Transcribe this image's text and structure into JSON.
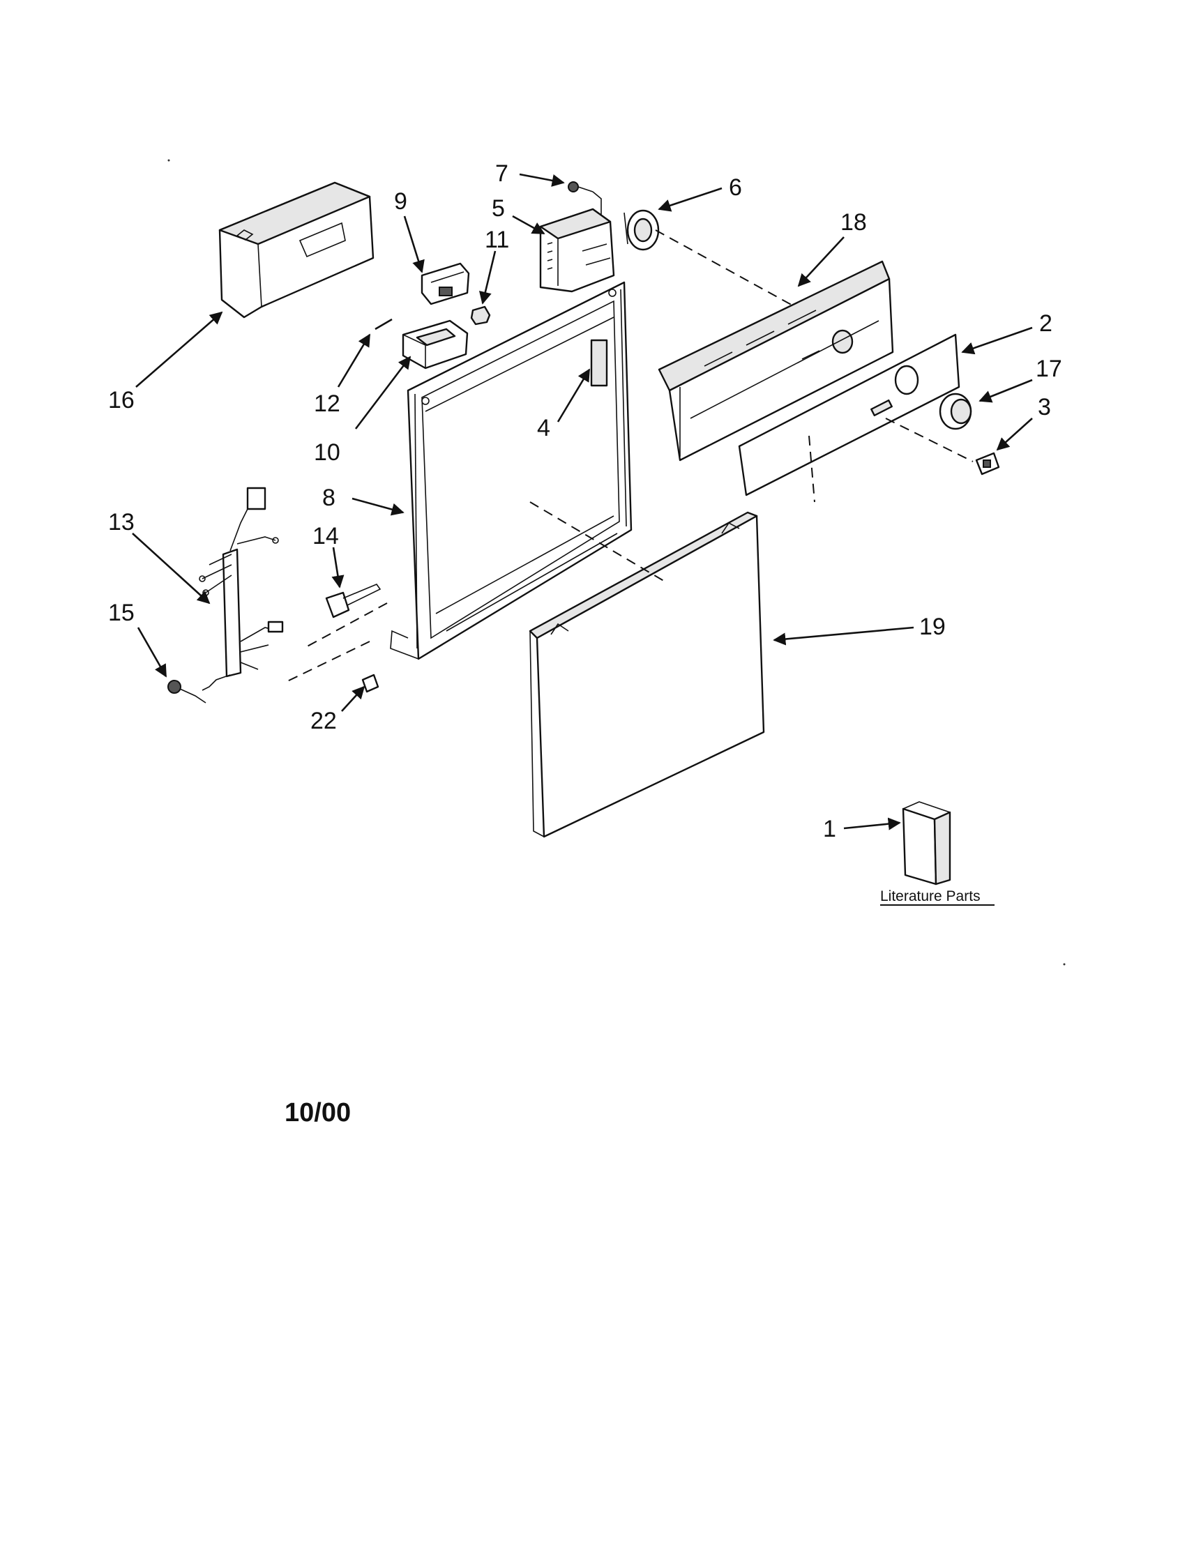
{
  "diagram": {
    "callouts": {
      "c1": "1",
      "c2": "2",
      "c3": "3",
      "c4": "4",
      "c5": "5",
      "c6": "6",
      "c7": "7",
      "c8": "8",
      "c9": "9",
      "c10": "10",
      "c11": "11",
      "c12": "12",
      "c13": "13",
      "c14": "14",
      "c15": "15",
      "c16": "16",
      "c17": "17",
      "c18": "18",
      "c19": "19",
      "c22": "22"
    },
    "literature_label": "Literature Parts",
    "date_code": "10/00"
  }
}
